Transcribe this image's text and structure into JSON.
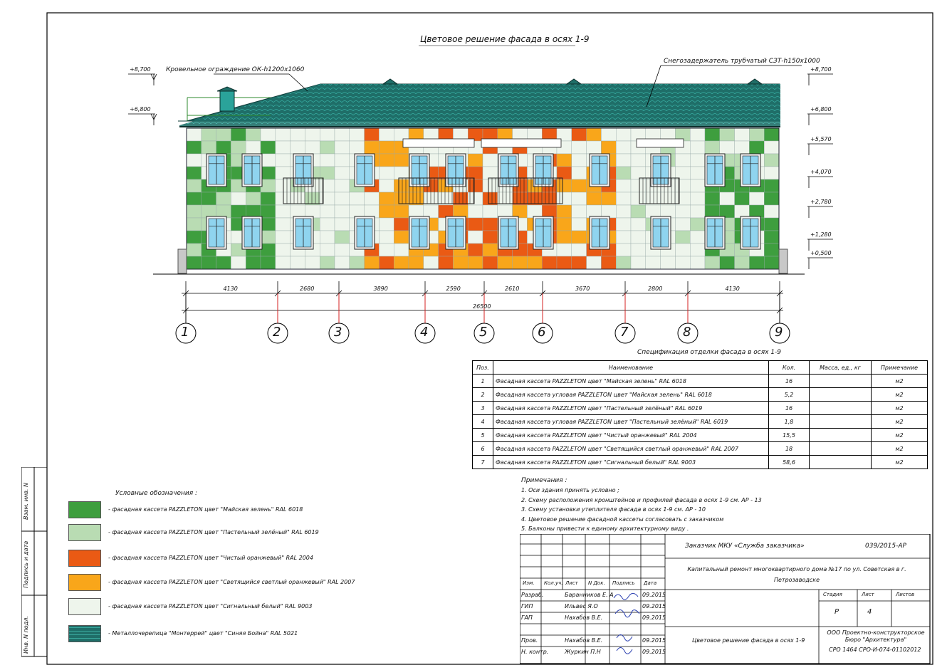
{
  "title": "Цветовое решение фасада в осях 1-9",
  "labels": {
    "roof_rail": "Кровельное ограждение ОК-h1200х1060",
    "snow_guard": "Снегозадержатель трубчатый СЗТ-h150х1000"
  },
  "elevations_left": [
    "+8,700",
    "+6,800"
  ],
  "elevations_right": [
    "+8,700",
    "+6,800",
    "+5,570",
    "+4,070",
    "+2,780",
    "+1,280",
    "+0,500"
  ],
  "dimensions": [
    "4130",
    "2680",
    "3890",
    "2590",
    "2610",
    "3670",
    "2800",
    "4130"
  ],
  "total_dimension": "26500",
  "axes": [
    "1",
    "2",
    "3",
    "4",
    "5",
    "6",
    "7",
    "8",
    "9"
  ],
  "colors": {
    "green_dark": "#3e9e3e",
    "green_pastel": "#b9dcb3",
    "orange_pure": "#ea5a14",
    "orange_glow": "#f9a61a",
    "white_signal": "#eef5ec",
    "blue_roof": "#1f6e68",
    "axis_red": "#d62020"
  },
  "spec": {
    "title": "Спецификация отделки фасада в осях 1-9",
    "headers": [
      "Поз.",
      "Наименование",
      "Кол.",
      "Масса, ед., кг",
      "Примечание"
    ],
    "rows": [
      {
        "pos": "1",
        "name": "Фасадная кассета PAZZLETON цвет \"Майская зелень\" RAL 6018",
        "qty": "16",
        "mass": "",
        "note": "м2"
      },
      {
        "pos": "2",
        "name": "Фасадная кассета угловая PAZZLETON цвет \"Майская зелень\" RAL 6018",
        "qty": "5,2",
        "mass": "",
        "note": "м2"
      },
      {
        "pos": "3",
        "name": "Фасадная кассета PAZZLETON цвет \"Пастельный зелёный\" RAL 6019",
        "qty": "16",
        "mass": "",
        "note": "м2"
      },
      {
        "pos": "4",
        "name": "Фасадная кассета угловая PAZZLETON цвет \"Пастельный зелёный\" RAL 6019",
        "qty": "1,8",
        "mass": "",
        "note": "м2"
      },
      {
        "pos": "5",
        "name": "Фасадная кассета PAZZLETON цвет \"Чистый оранжевый\" RAL 2004",
        "qty": "15,5",
        "mass": "",
        "note": "м2"
      },
      {
        "pos": "6",
        "name": "Фасадная кассета PAZZLETON цвет \"Светящийся светлый оранжевый\" RAL 2007",
        "qty": "18",
        "mass": "",
        "note": "м2"
      },
      {
        "pos": "7",
        "name": "Фасадная кассета PAZZLETON цвет \"Сигнальный белый\" RAL 9003",
        "qty": "58,6",
        "mass": "",
        "note": "м2"
      }
    ]
  },
  "notes": {
    "heading": "Примечания :",
    "items": [
      "1.  Оси здания принять условно ;",
      "2.  Схему расположения кронштейнов и профилей фасада в осях 1-9  см. АР - 13",
      "3.  Схему установки утеплителя фасада в осях 1-9  см. АР - 10",
      "4.  Цветовое решение фасадной кассеты согласовать с заказчиком",
      "5.  Балконы привести к единому архитектурному виду ."
    ]
  },
  "legend": {
    "heading": "Условные обозначения :",
    "items": [
      {
        "color": "#3e9e3e",
        "text": "- фасадная кассета PAZZLETON цвет \"Майская зелень\" RAL 6018"
      },
      {
        "color": "#b9dcb3",
        "text": "- фасадная кассета PAZZLETON цвет \"Пастельный зелёный\" RAL 6019"
      },
      {
        "color": "#ea5a14",
        "text": "- фасадная кассета PAZZLETON цвет \"Чистый оранжевый\" RAL 2004"
      },
      {
        "color": "#f9a61a",
        "text": "- фасадная кассета PAZZLETON цвет \"Светящийся светлый оранжевый\" RAL 2007"
      },
      {
        "color": "#eef5ec",
        "text": "- фасадная кассета PAZZLETON цвет \"Сигнальный белый\" RAL 9003"
      },
      {
        "color": "#1f6e68",
        "text": "- Металлочерепица \"Монтеррей\" цвет \"Синяя Бойна\" RAL 5021"
      }
    ]
  },
  "side_labels": [
    "Взам. инв. N",
    "Подпись и дата",
    "Инв. N подл."
  ],
  "stamp": {
    "customer": "Заказчик МКУ «Служба заказчика»",
    "code": "039/2015-АР",
    "project": "Капитальный ремонт многоквартирного дома №17 по ул. Советская в г. Петрозаводске",
    "sheet_title": "Цветовое решение фасада в осях 1-9",
    "org": "ООО Проектно-конструкторское Бюро \"Архитектура\"",
    "org_line2": "СРО 1464 СРО-И-074-01102012",
    "col_headers": [
      "Изм.",
      "Кол.уч.",
      "Лист",
      "N Док.",
      "Подпись",
      "Дата"
    ],
    "stage_headers": [
      "Стадия",
      "Лист",
      "Листов"
    ],
    "stage": "Р",
    "sheet_no": "4",
    "sheets": "",
    "people": [
      {
        "role": "Разраб.",
        "name": "Баранников Е. А",
        "date": "09.2015"
      },
      {
        "role": "ГИП",
        "name": "Ильвес Я.О",
        "date": "09.2015"
      },
      {
        "role": "ГАП",
        "name": "Нахабов В.Е.",
        "date": "09.2015"
      },
      {
        "role": "Пров.",
        "name": "Нахабов В.Е.",
        "date": "09.2015"
      },
      {
        "role": "Н. контр.",
        "name": "Журкин П.Н",
        "date": "09.2015"
      }
    ]
  }
}
